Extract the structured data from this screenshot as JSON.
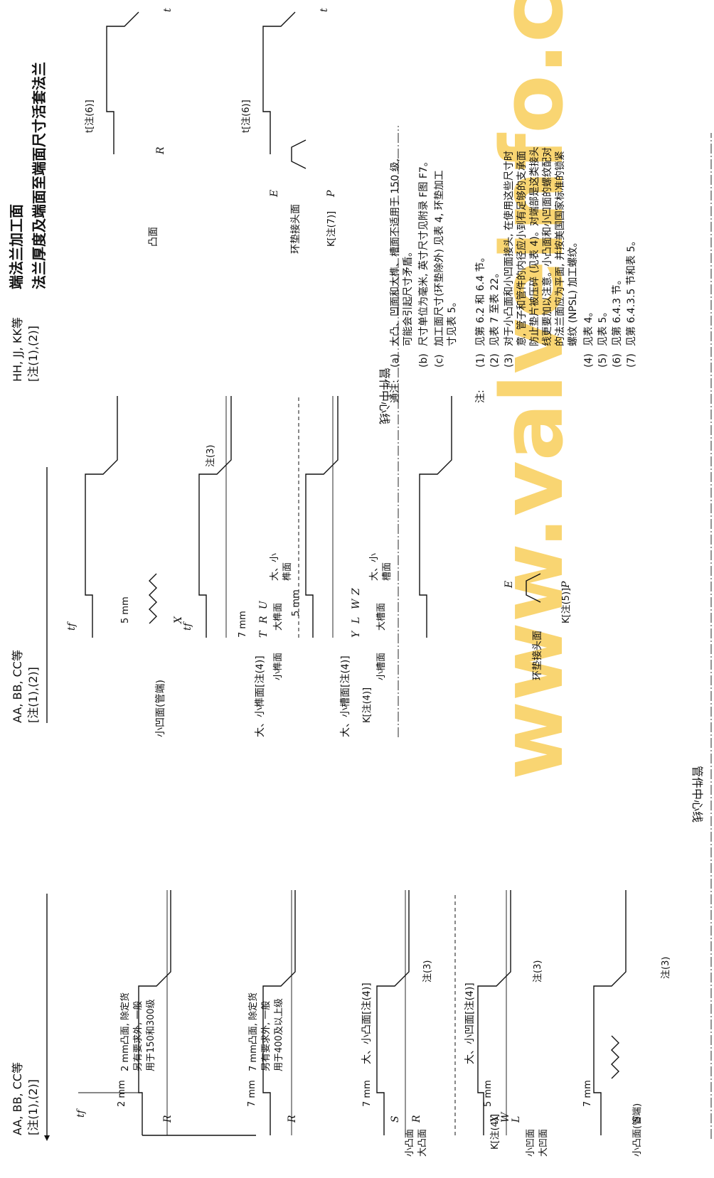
{
  "title": {
    "line1": "端法兰加工面",
    "line2": "法兰厚度及端面至端面尺寸活套法兰"
  },
  "watermark": "www.valveinfo.cn",
  "pipe_centerline": "管件中心线",
  "group_labels": {
    "aa_left": "AA, BB, CC等",
    "aa_left_note": "[注(1),(2)]",
    "aa_mid": "AA, BB, CC等",
    "aa_mid_note": "[注(1),(2)]",
    "hh": "HH, JJ, KK等",
    "hh_note": "[注(1),(2)]"
  },
  "left_column": {
    "f1_caption": [
      "2 mm凸面, 除定货",
      "另有要求外, 一般",
      "用于150和300级"
    ],
    "f1_dim": "2 mm",
    "f2_caption": [
      "7 mm凸面, 除定货",
      "另有要求外, 一般",
      "用于400及以上级"
    ],
    "f2_dim": "7 mm",
    "f3_caption": "大、小凸面[注(4)]",
    "f3_dim": "7 mm",
    "f3_small": "小凸面",
    "f3_large": "大凸面",
    "f4_caption": "大、小凹面[注(4)]",
    "f4_dim": "5 mm",
    "f4_k": "K[注(4)]",
    "f4_small": "小凹面",
    "f4_large": "大凹面",
    "f5_caption": "小凸面(管端)",
    "f5_dim": "7 mm",
    "note3": "注(3)"
  },
  "middle_column": {
    "f1_caption": "小凹面(管端)",
    "f1_dim": "5 mm",
    "f2_caption": "大、小榫面[注(4)]",
    "f2_dim": "7 mm",
    "f2_small": "小榫面",
    "f2_large": "大榫面",
    "f2_mixed": [
      "大、小",
      "榫面"
    ],
    "f3_caption": "大、小槽面[注(4)]",
    "f3_dim": "5 mm",
    "f3_k": "K[注(4)]",
    "f3_small": "小槽面",
    "f3_large": "大槽面",
    "f3_mixed": [
      "大、小",
      "槽面"
    ],
    "f4_caption": "环垫接头面",
    "f4_k": "K[注(5)]",
    "note3": "注(3)"
  },
  "letters": {
    "tf": "tf",
    "R": "R",
    "S": "S",
    "X": "X",
    "W": "W",
    "L": "L",
    "T": "T",
    "U": "U",
    "Y": "Y",
    "Z": "Z",
    "E": "E",
    "P": "P",
    "t": "t"
  },
  "right_column": {
    "raised_face": "凸面",
    "t_note": "t[注(6)]",
    "ring_joint": "环垫接头面",
    "k_note": "K[注(7)]"
  },
  "general_notes": {
    "heading": "通注:",
    "items": [
      {
        "label": "(a)",
        "lines": [
          "大凸、凹面和大榫、槽面不适用于 150 级,",
          "可能会引起尺寸矛盾。"
        ]
      },
      {
        "label": "(b)",
        "lines": [
          "尺寸单位为毫米, 英寸尺寸见附录 F图 F7。"
        ]
      },
      {
        "label": "(c)",
        "lines": [
          "加工面尺寸(环垫除外) 见表 4, 环垫加工",
          "寸见表 5。"
        ]
      }
    ]
  },
  "notes": {
    "heading": "注:",
    "items": [
      {
        "label": "(1)",
        "lines": [
          "见第 6.2 和 6.4 节。"
        ]
      },
      {
        "label": "(2)",
        "lines": [
          "见表 7 至表 22。"
        ]
      },
      {
        "label": "(3)",
        "lines": [
          "对于小凸面和小凹面接头, 在使用这些尺寸时",
          "意, 管子和管件的内径应小到有足够的支承面",
          "防止垫片被压碎 (见表 4)。对端部是这类接头",
          "线更要加以注意。小凸面和小凹面的螺纹配对",
          "的法兰面应为平面, 并按美国国家标准的锁紧",
          "螺纹 (NPSL) 加工螺纹。"
        ]
      },
      {
        "label": "(4)",
        "lines": [
          "见表 4。"
        ]
      },
      {
        "label": "(5)",
        "lines": [
          "见表 5。"
        ]
      },
      {
        "label": "(6)",
        "lines": [
          "见第 6.4.3 节。"
        ]
      },
      {
        "label": "(7)",
        "lines": [
          "见第 6.4.3.5 节和表 5。"
        ]
      }
    ]
  }
}
